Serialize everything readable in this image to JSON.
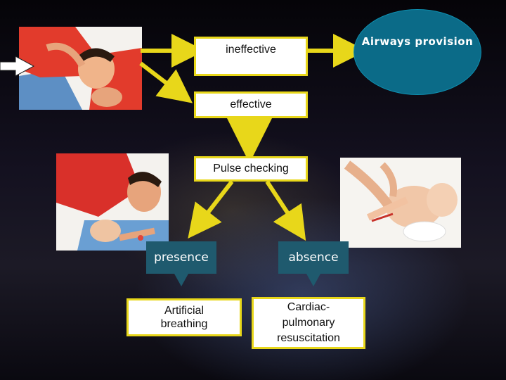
{
  "nodes": {
    "airways": "Airways provision",
    "ineffective": "ineffective",
    "effective": "effective",
    "pulse": "Pulse checking",
    "presence": "presence",
    "absence": "absence",
    "artificial_breathing": "Artificial breathing",
    "cpr": "Cardiac-pulmonary resuscitation"
  },
  "colors": {
    "arrow": "#e8d71a",
    "box_border": "#e8d71a",
    "ellipse": "#0b6b88",
    "banner": "#1f5a6e"
  }
}
